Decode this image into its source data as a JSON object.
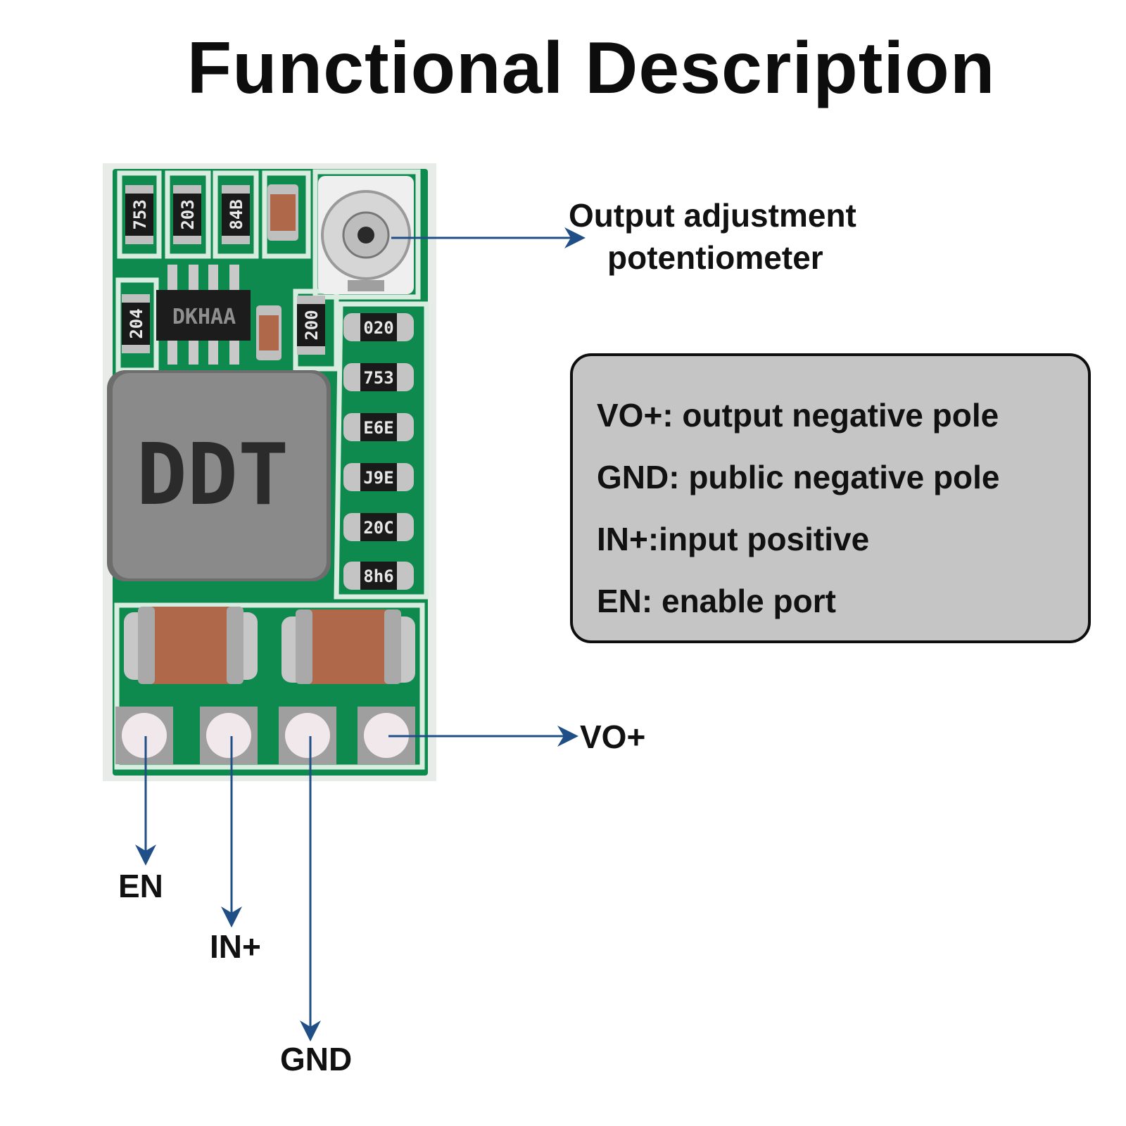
{
  "title": "Functional Description",
  "potentiometer": {
    "label_line1": "Output adjustment",
    "label_line2": "potentiometer"
  },
  "pins": [
    {
      "id": "en",
      "label": "EN"
    },
    {
      "id": "in",
      "label": "IN+"
    },
    {
      "id": "gnd",
      "label": "GND"
    },
    {
      "id": "vo",
      "label": "VO+"
    }
  ],
  "descriptions": [
    "VO+: output negative pole",
    "GND: public negative pole",
    "IN+:input positive",
    "EN: enable port"
  ],
  "board": {
    "top_resistors": [
      "753",
      "203",
      "84B"
    ],
    "left_resistor": "204",
    "right_resistor": "200",
    "ic_marking": "DKHAA",
    "inductor_marking": "DDT",
    "right_column": [
      "020",
      "753",
      "E6E",
      "J9E",
      "20C",
      "8h6"
    ]
  },
  "colors": {
    "pcb_green": "#0f8a4f",
    "arrow_blue": "#1f4f86",
    "box_fill": "#c5c5c5",
    "capacitor": "#b0684a"
  }
}
